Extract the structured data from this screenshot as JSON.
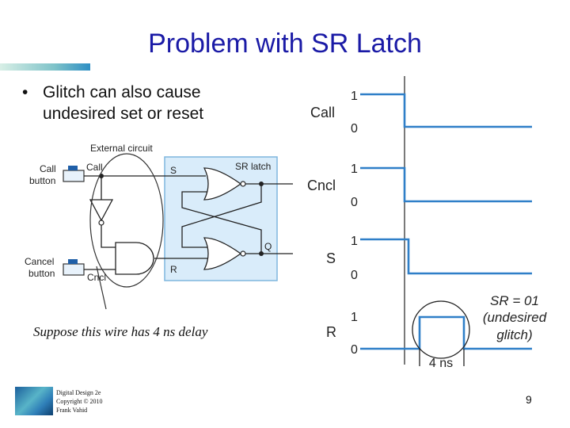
{
  "slide": {
    "title": "Problem with SR Latch",
    "bullet": "Glitch can also cause undesired set or reset",
    "bullet_symbol": "•",
    "caption": "Suppose this wire has 4 ns delay",
    "credits": [
      "Digital Design 2e",
      "Copyright © 2010",
      "Frank Vahid"
    ],
    "page_number": "9"
  },
  "circuit": {
    "external_label": "External circuit",
    "sr_latch_label": "SR latch",
    "call_label": "Call",
    "call_button_label": [
      "Call",
      "button"
    ],
    "cancel_button_label": [
      "Cancel",
      "button"
    ],
    "cncl_label": "Cncl",
    "s_label": "S",
    "r_label": "R",
    "q_label": "Q"
  },
  "timing": {
    "signals": [
      {
        "name": "Call",
        "high": "1",
        "low": "0"
      },
      {
        "name": "Cncl",
        "high": "1",
        "low": "0"
      },
      {
        "name": "S",
        "high": "1",
        "low": "0"
      },
      {
        "name": "R",
        "high": "1",
        "low": "0"
      }
    ],
    "annotation": [
      "SR = 01",
      "(undesired",
      "glitch)"
    ],
    "delay_label": "4 ns"
  },
  "colors": {
    "title": "#1a1aa6",
    "waveform": "#2f7fc8",
    "latch_fill": "#d9ecfa",
    "latch_border": "#7fb6de",
    "gate_stroke": "#222222"
  }
}
